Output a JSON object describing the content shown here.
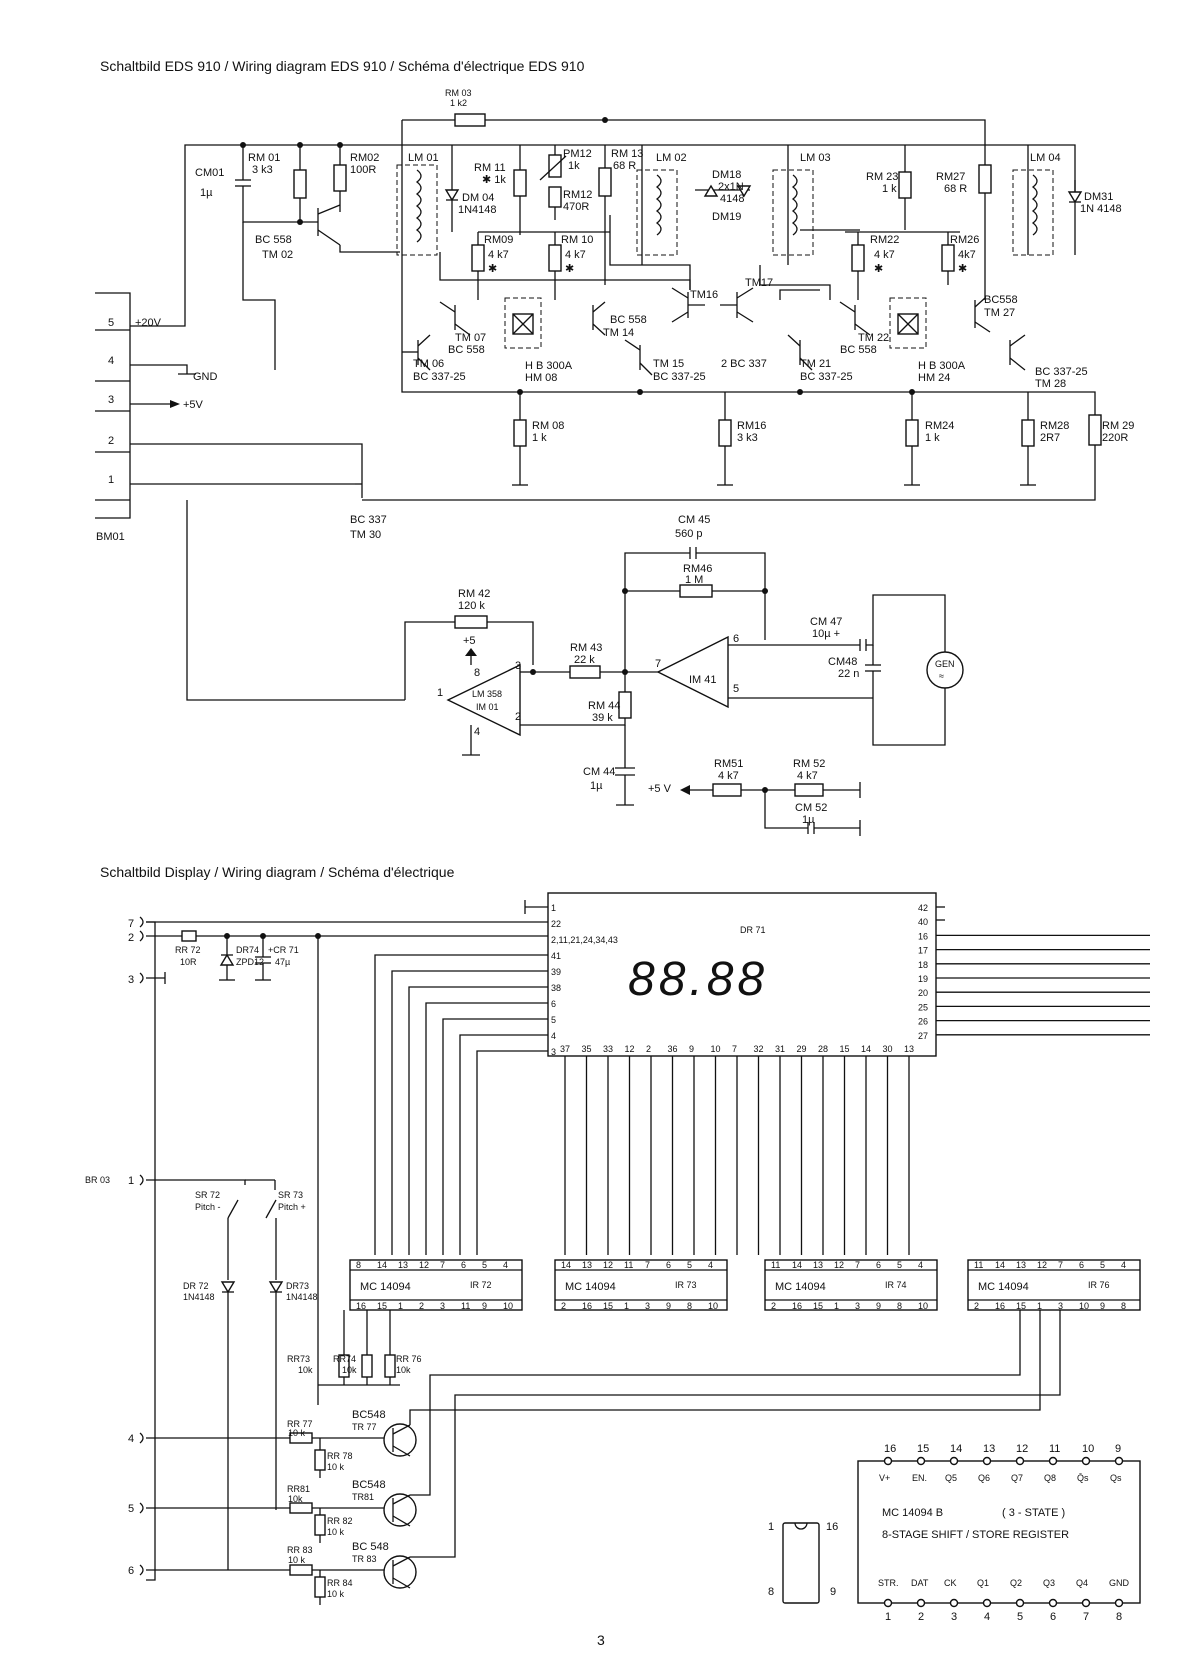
{
  "top": {
    "title": "Schaltbild EDS 910 / Wiring diagram EDS 910 / Schéma d'électrique EDS 910",
    "connector": {
      "name": "BM01",
      "pins": [
        "5",
        "4",
        "3",
        "2",
        "1"
      ],
      "labels": {
        "p20v": "+20V",
        "gnd": "GND",
        "p5v": "+5V"
      }
    },
    "components": {
      "rm03": [
        "RM 03",
        "1 k2"
      ],
      "cm01": [
        "CM01",
        "1µ"
      ],
      "rm01": [
        "RM 01",
        "3 k3"
      ],
      "rm02": [
        "RM02",
        "100R"
      ],
      "tm02": [
        "BC 558",
        "TM 02"
      ],
      "lm01": "LM 01",
      "rm11": [
        "RM 11",
        "✱ 1k"
      ],
      "dm04": [
        "DM 04",
        "1N4148"
      ],
      "pm12": [
        "PM12",
        "1k"
      ],
      "rm12": [
        "RM12",
        "470R"
      ],
      "rm13": [
        "RM 13",
        "68 R"
      ],
      "lm02": "LM 02",
      "dm18": [
        "DM18",
        "2x1N",
        "4148",
        "DM19"
      ],
      "lm03": "LM 03",
      "rm23": [
        "RM 23",
        "1 k"
      ],
      "rm27": [
        "RM27",
        "68 R"
      ],
      "lm04": "LM 04",
      "dm31": [
        "DM31",
        "1N 4148"
      ],
      "rm09": [
        "RM09",
        "4 k7",
        "✱"
      ],
      "rm10": [
        "RM 10",
        "4 k7",
        "✱"
      ],
      "rm22": [
        "RM22",
        "4 k7",
        "✱"
      ],
      "rm26": [
        "RM26",
        "4k7",
        "✱"
      ],
      "tm16": "TM16",
      "tm17": "TM17",
      "tm07": [
        "TM 07",
        "BC 558"
      ],
      "tm14": [
        "BC 558",
        "TM 14"
      ],
      "tm22": [
        "TM 22",
        "BC 558"
      ],
      "tm27": [
        "BC558",
        "TM 27"
      ],
      "tm06": [
        "TM 06",
        "BC 337-25"
      ],
      "hm08": [
        "H B 300A",
        "HM 08"
      ],
      "tm15": [
        "TM 15",
        "BC 337-25"
      ],
      "bc337": "2  BC 337",
      "tm21": [
        "TM 21",
        "BC 337-25"
      ],
      "hm24": [
        "H B 300A",
        "HM 24"
      ],
      "tm28": [
        "BC 337-25",
        "TM 28"
      ],
      "rm08": [
        "RM 08",
        "1 k"
      ],
      "rm16": [
        "RM16",
        "3 k3"
      ],
      "rm24": [
        "RM24",
        "1 k"
      ],
      "rm28": [
        "RM28",
        "2R7"
      ],
      "rm29": [
        "RM 29",
        "220R"
      ],
      "tm30": [
        "BC 337",
        "TM 30"
      ]
    }
  },
  "mid": {
    "rm42": [
      "RM 42",
      "120 k"
    ],
    "plus5": "+5",
    "lm358": [
      "LM 358",
      "IM 01"
    ],
    "pins1": [
      "8",
      "3",
      "1",
      "2",
      "4"
    ],
    "rm43": [
      "RM 43",
      "22 k"
    ],
    "rm44": [
      "RM 44",
      "39 k"
    ],
    "cm44": [
      "CM 44",
      "1µ"
    ],
    "cm45": [
      "CM 45",
      "560 p"
    ],
    "rm46": [
      "RM46",
      "1 M"
    ],
    "im41": "IM 41",
    "pins2": [
      "7",
      "6",
      "5"
    ],
    "cm47": [
      "CM 47",
      "10µ +"
    ],
    "cm48": [
      "CM48",
      "22 n"
    ],
    "gen": "GEN",
    "plus5v": "+5 V",
    "rm51": [
      "RM51",
      "4 k7"
    ],
    "rm52": [
      "RM 52",
      "4 k7"
    ],
    "cm52": [
      "CM 52",
      "1µ"
    ]
  },
  "bottom": {
    "title": "Schaltbild Display / Wiring diagram / Schéma d'électrique",
    "display": {
      "name": "DR 71",
      "digits": "88.88",
      "left_pins": [
        "1",
        "22",
        "2,11,21,24,34,43",
        "41",
        "39",
        "38",
        "6",
        "5",
        "4",
        "3"
      ],
      "right_pins": [
        "42",
        "40",
        "16",
        "17",
        "18",
        "19",
        "20",
        "25",
        "26",
        "27"
      ],
      "bottom_pins": [
        "37",
        "35",
        "33",
        "12",
        "2",
        "36",
        "9",
        "10",
        "7",
        "32",
        "31",
        "29",
        "28",
        "15",
        "14",
        "30",
        "13"
      ]
    },
    "connectors": {
      "p7": "7",
      "p2": "2",
      "p3": "3",
      "br03": "BR 03",
      "p1": "1",
      "p4": "4",
      "p5": "5",
      "p6": "6"
    },
    "rr72": [
      "RR 72",
      "10R"
    ],
    "dr74": [
      "DR74",
      "ZPD12"
    ],
    "cr71": [
      "+CR 71",
      "47µ"
    ],
    "sr72": [
      "SR 72",
      "Pitch -"
    ],
    "sr73": [
      "SR 73",
      "Pitch +"
    ],
    "dr72": [
      "DR 72",
      "1N4148"
    ],
    "dr73": [
      "DR73",
      "1N4148"
    ],
    "ics": [
      {
        "part": "MC 14094",
        "name": "IR 72",
        "top": [
          "8",
          "14",
          "13",
          "12",
          "7",
          "6",
          "5",
          "4"
        ],
        "bot": [
          "16",
          "15",
          "1",
          "2",
          "3",
          "11",
          "9",
          "10"
        ]
      },
      {
        "part": "MC 14094",
        "name": "IR 73",
        "top": [
          "14",
          "13",
          "12",
          "11",
          "7",
          "6",
          "5",
          "4"
        ],
        "bot": [
          "2",
          "16",
          "15",
          "1",
          "3",
          "9",
          "8",
          "10"
        ]
      },
      {
        "part": "MC 14094",
        "name": "IR 74",
        "top": [
          "11",
          "14",
          "13",
          "12",
          "7",
          "6",
          "5",
          "4"
        ],
        "bot": [
          "2",
          "16",
          "15",
          "1",
          "3",
          "9",
          "8",
          "10"
        ]
      },
      {
        "part": "MC 14094",
        "name": "IR 76",
        "top": [
          "11",
          "14",
          "13",
          "12",
          "7",
          "6",
          "5",
          "4"
        ],
        "bot": [
          "2",
          "16",
          "15",
          "1",
          "3",
          "10",
          "9",
          "8"
        ]
      }
    ],
    "rr73": [
      "RR73",
      "10k"
    ],
    "rr74": [
      "RR74",
      "10k"
    ],
    "rr76": [
      "RR 76",
      "10k"
    ],
    "rr77": [
      "RR 77",
      "10 k"
    ],
    "rr78": [
      "RR 78",
      "10 k"
    ],
    "tr77": [
      "BC548",
      "TR 77"
    ],
    "rr81": [
      "RR81",
      "10k"
    ],
    "rr82": [
      "RR 82",
      "10 k"
    ],
    "tr81": [
      "BC548",
      "TR81"
    ],
    "rr83": [
      "RR 83",
      "10 k"
    ],
    "rr84": [
      "RR 84",
      "10 k"
    ],
    "tr83": [
      "BC 548",
      "TR 83"
    ],
    "pinout": {
      "top_nums": [
        "16",
        "15",
        "14",
        "13",
        "12",
        "11",
        "10",
        "9"
      ],
      "top_labels": [
        "V+",
        "EN.",
        "Q5",
        "Q6",
        "Q7",
        "Q8",
        "Q̄s",
        "Qs"
      ],
      "part": "MC 14094 B",
      "state": "( 3 - STATE )",
      "desc": "8-STAGE  SHIFT  /  STORE  REGISTER",
      "bot_labels": [
        "STR.",
        "DAT",
        "CK",
        "Q1",
        "Q2",
        "Q3",
        "Q4",
        "GND"
      ],
      "bot_nums": [
        "1",
        "2",
        "3",
        "4",
        "5",
        "6",
        "7",
        "8"
      ],
      "chip_nums": [
        "1",
        "16",
        "8",
        "9"
      ]
    },
    "page_number": "3"
  }
}
